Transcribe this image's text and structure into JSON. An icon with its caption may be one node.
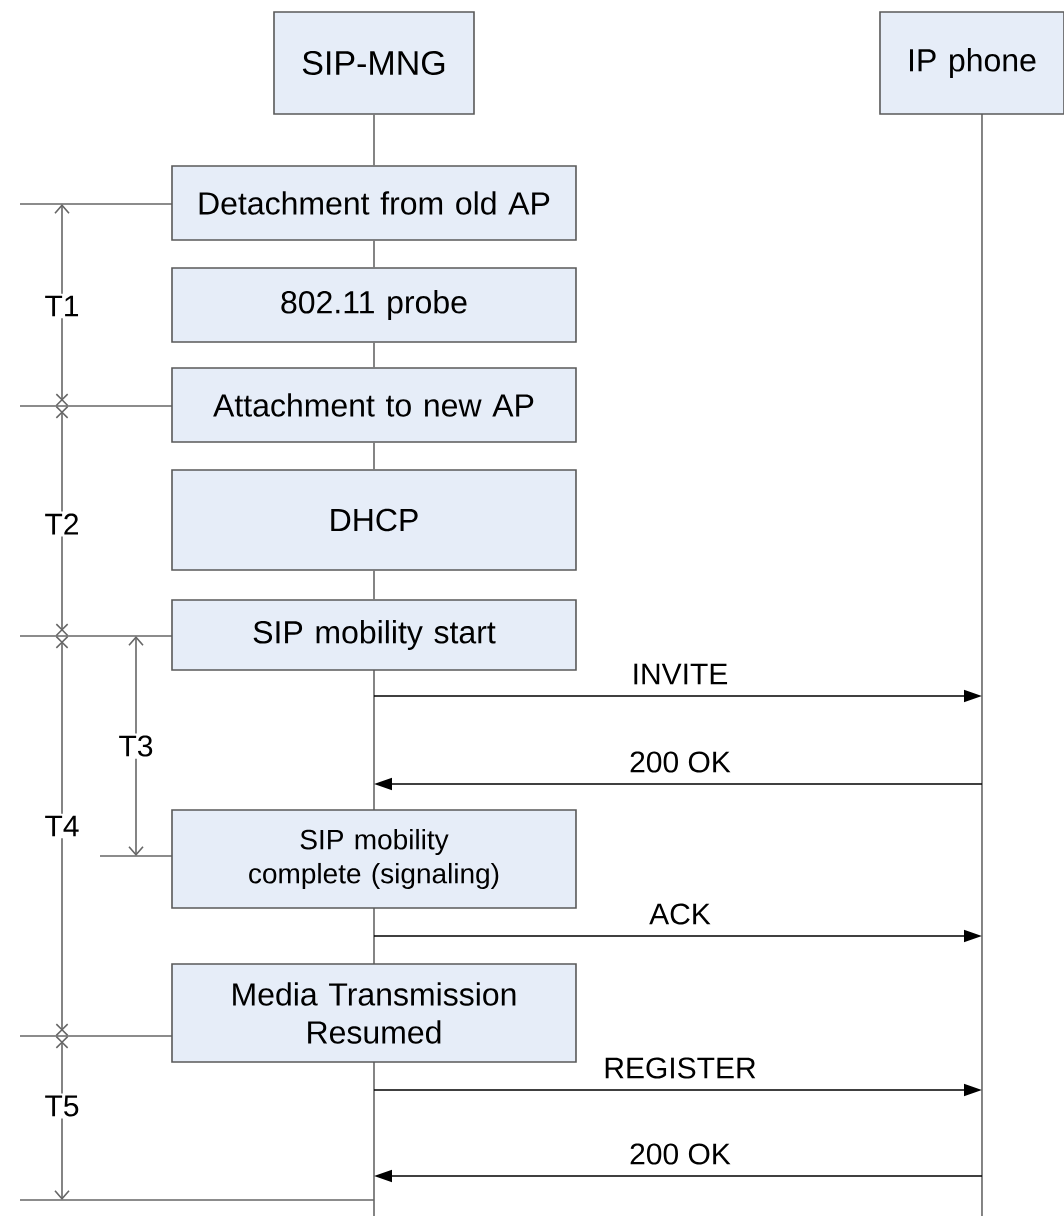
{
  "diagram": {
    "nodes": [
      {
        "text": [
          "SIP-MNG"
        ]
      },
      {
        "text": [
          "IP phone"
        ]
      },
      {
        "text": [
          "Detachment from old AP"
        ]
      },
      {
        "text": [
          "802.11 probe"
        ]
      },
      {
        "text": [
          "Attachment to new AP"
        ]
      },
      {
        "text": [
          "DHCP"
        ]
      },
      {
        "text": [
          "SIP mobility start"
        ]
      },
      {
        "text": [
          "SIP mobility complete (signaling)"
        ]
      },
      {
        "text": [
          "Media Transmission Resumed"
        ]
      },
      {
        "text": [],
        "shape": "line"
      },
      {
        "text": [],
        "shape": "line"
      },
      {
        "text": [],
        "shape": "line"
      },
      {
        "text": [],
        "shape": "line"
      }
    ],
    "edges": [
      {
        "from": 9,
        "to": 12,
        "arrow": "to",
        "label": "INVITE"
      },
      {
        "from": 12,
        "to": 9,
        "arrow": "to",
        "label": "200 OK"
      },
      {
        "from": 10,
        "to": 12,
        "arrow": "to",
        "label": "ACK"
      },
      {
        "from": 11,
        "to": 12,
        "arrow": "to",
        "label": "REGISTER"
      },
      {
        "from": 12,
        "to": 11,
        "arrow": "to",
        "label": "200 OK"
      },
      {
        "from": 0,
        "to": 2,
        "arrow": "none",
        "color": "#666666"
      },
      {
        "from": 2,
        "to": 3,
        "arrow": "none",
        "color": "#666666"
      },
      {
        "from": 3,
        "to": 4,
        "arrow": "none",
        "color": "#666666"
      },
      {
        "from": 4,
        "to": 5,
        "arrow": "none",
        "color": "#666666"
      },
      {
        "from": 5,
        "to": 6,
        "arrow": "none",
        "color": "#666666"
      }
    ],
    "labels": [
      "T1",
      "T2",
      "T3",
      "T4",
      "T5"
    ]
  }
}
